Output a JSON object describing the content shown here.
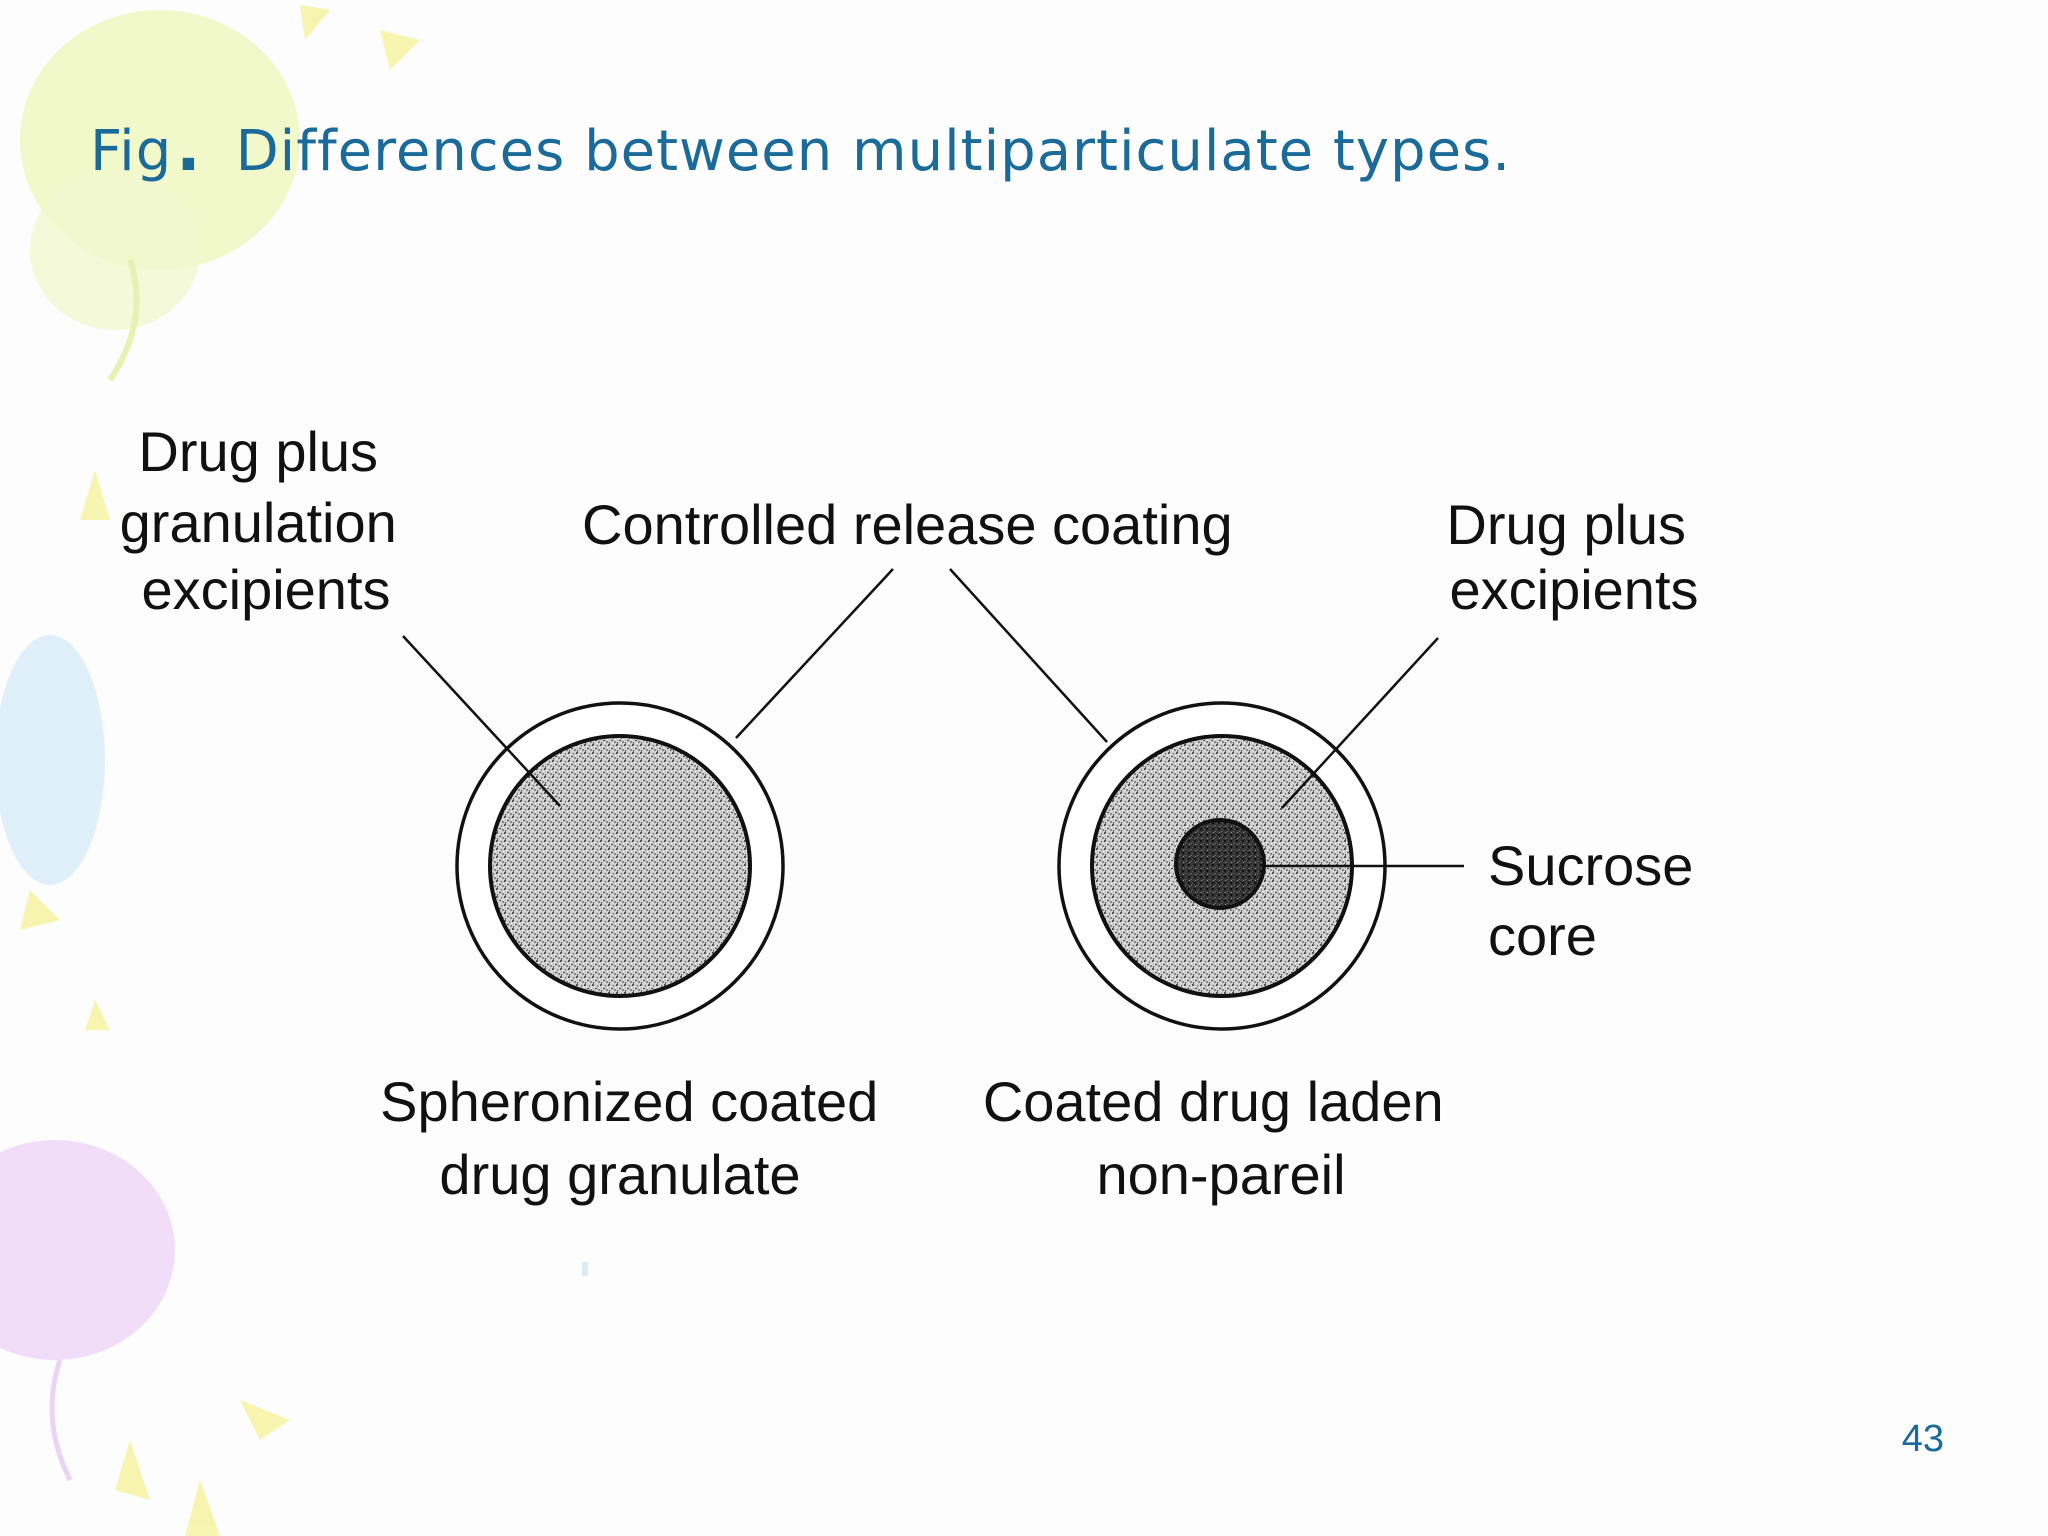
{
  "slide": {
    "title_prefix": "Fig",
    "title_dot": ".",
    "title_text": "Differences between multiparticulate types.",
    "page_number": "43"
  },
  "diagram": {
    "label_drug_granulation": [
      "Drug plus",
      "granulation",
      "excipients"
    ],
    "label_coating": "Controlled release coating",
    "label_drug_excipients": [
      "Drug plus",
      "excipients"
    ],
    "label_sucrose_core": [
      "Sucrose",
      "core"
    ],
    "caption_left": [
      "Spheronized coated",
      "drug granulate"
    ],
    "caption_right": [
      "Coated drug laden",
      "non-pareil"
    ]
  },
  "colors": {
    "title": "#1a6a9a",
    "page_number": "#1a6a9a",
    "diagram_ink": "#111111"
  }
}
